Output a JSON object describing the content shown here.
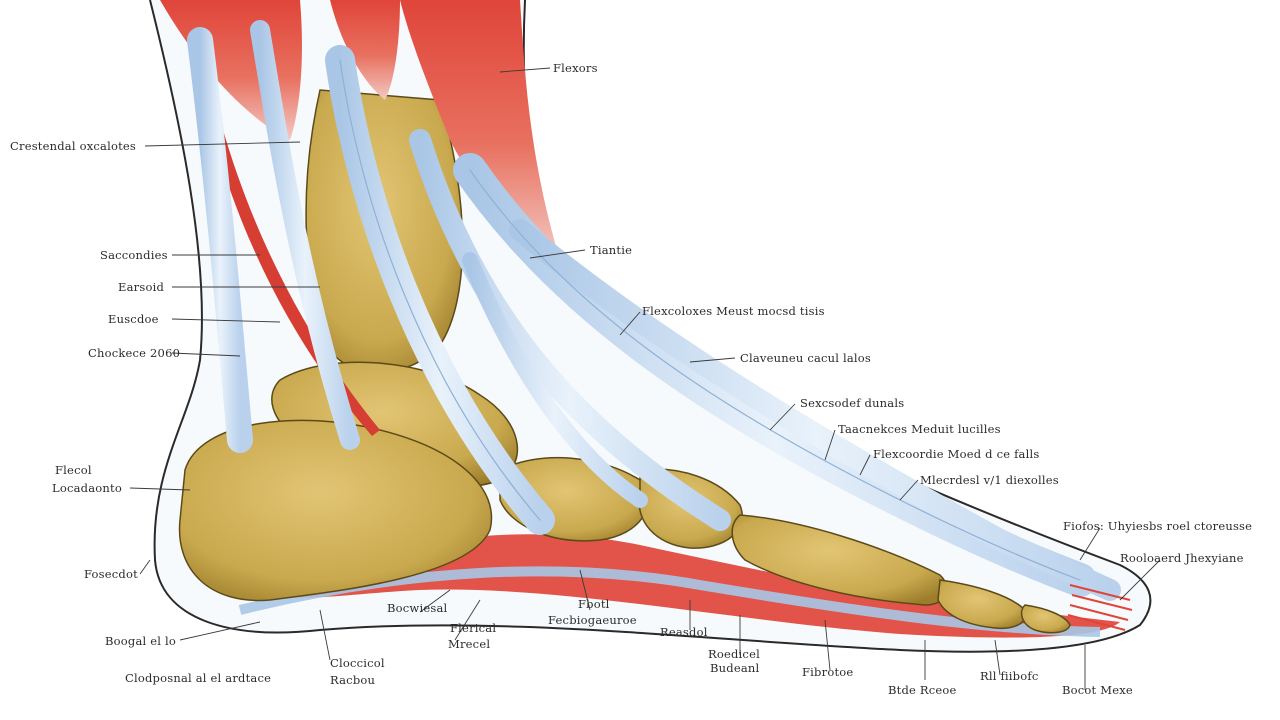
{
  "diagram": {
    "labels": [
      {
        "id": "l-top-right",
        "text": "Flexors"
      },
      {
        "id": "l-left-1",
        "text": "Crestendal oxcalotes"
      },
      {
        "id": "l-mid-right",
        "text": "Tiantie"
      },
      {
        "id": "l-left-2",
        "text": "Saccondies"
      },
      {
        "id": "l-left-3",
        "text": "Earsoid"
      },
      {
        "id": "l-left-4",
        "text": "Euscdoe"
      },
      {
        "id": "l-left-5",
        "text": "Chockece 2060"
      },
      {
        "id": "l-right-1",
        "text": "Flexcoloxes Meust mocsd tisis"
      },
      {
        "id": "l-right-2",
        "text": "Claveuneu cacul lalos"
      },
      {
        "id": "l-right-3",
        "text": "Sexcsodef dunals"
      },
      {
        "id": "l-right-4",
        "text": "Taacnekces Meduit lucilles"
      },
      {
        "id": "l-right-5",
        "text": "Flexcoordie Moed d ce falls"
      },
      {
        "id": "l-right-6",
        "text": "Mlecrdesl v/1 diexolles"
      },
      {
        "id": "l-heel-1",
        "text": "Flecol"
      },
      {
        "id": "l-heel-2",
        "text": "Locadaonto"
      },
      {
        "id": "l-toe-1",
        "text": "Fiofos: Uhyiesbs roel ctoreusse"
      },
      {
        "id": "l-toe-2",
        "text": "Rooloaerd Jhexyiane"
      },
      {
        "id": "l-bot-1",
        "text": "Fosecdot"
      },
      {
        "id": "l-bot-2",
        "text": "Boogal el lo"
      },
      {
        "id": "l-bot-3",
        "text": "Bocwiesal"
      },
      {
        "id": "l-bot-4",
        "text": "Fbotl"
      },
      {
        "id": "l-bot-5",
        "text": "Fecbiogaeuroe"
      },
      {
        "id": "l-bot-6",
        "text": "Flerical"
      },
      {
        "id": "l-bot-7",
        "text": "Mrecel"
      },
      {
        "id": "l-bot-8",
        "text": "Reasdol"
      },
      {
        "id": "l-bot-9",
        "text": "Roedicel"
      },
      {
        "id": "l-bot-10",
        "text": "Budeanl"
      },
      {
        "id": "l-bot-11",
        "text": "Cloccicol"
      },
      {
        "id": "l-bot-12",
        "text": "Racbou"
      },
      {
        "id": "l-bot-13",
        "text": "Fibrotoe"
      },
      {
        "id": "l-bot-14",
        "text": "Clodposnal al el ardtace"
      },
      {
        "id": "l-bot-15",
        "text": "Btde Rceoe"
      },
      {
        "id": "l-bot-16",
        "text": "Rll fiibofc"
      },
      {
        "id": "l-bot-17",
        "text": "Bocot Mexe"
      }
    ]
  },
  "colors": {
    "muscle": "#e0453a",
    "muscle_dark": "#c4302a",
    "tendon": "#cfe0f2",
    "tendon_edge": "#8fb1d6",
    "bone": "#c9a94e",
    "bone_dark": "#9c7d2b",
    "outline": "#2a2a2a"
  }
}
